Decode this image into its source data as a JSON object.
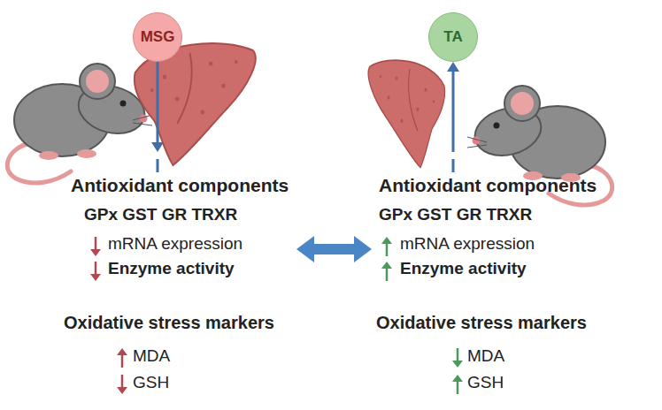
{
  "diagram": {
    "nodes": [
      {
        "text": [
          "MSG"
        ]
      },
      {
        "text": [
          "TA"
        ]
      },
      {
        "text": [
          "Antioxidant components",
          "GPx GST GR TRXR",
          "mRNA expression",
          "Enzyme activity",
          "Oxidative stress markers",
          "MDA",
          "GSH"
        ]
      },
      {
        "text": [
          "Antioxidant components",
          "GPx GST GR TRXR",
          "mRNA expression",
          "Enzyme activity",
          "Oxidative stress markers",
          "MDA",
          "GSH"
        ]
      }
    ],
    "edges": [
      {
        "from": 0,
        "to": 2,
        "arrow": "to"
      },
      {
        "from": 3,
        "to": 1,
        "arrow": "to"
      },
      {
        "from": 2,
        "to": 3,
        "arrow": "both"
      }
    ]
  }
}
